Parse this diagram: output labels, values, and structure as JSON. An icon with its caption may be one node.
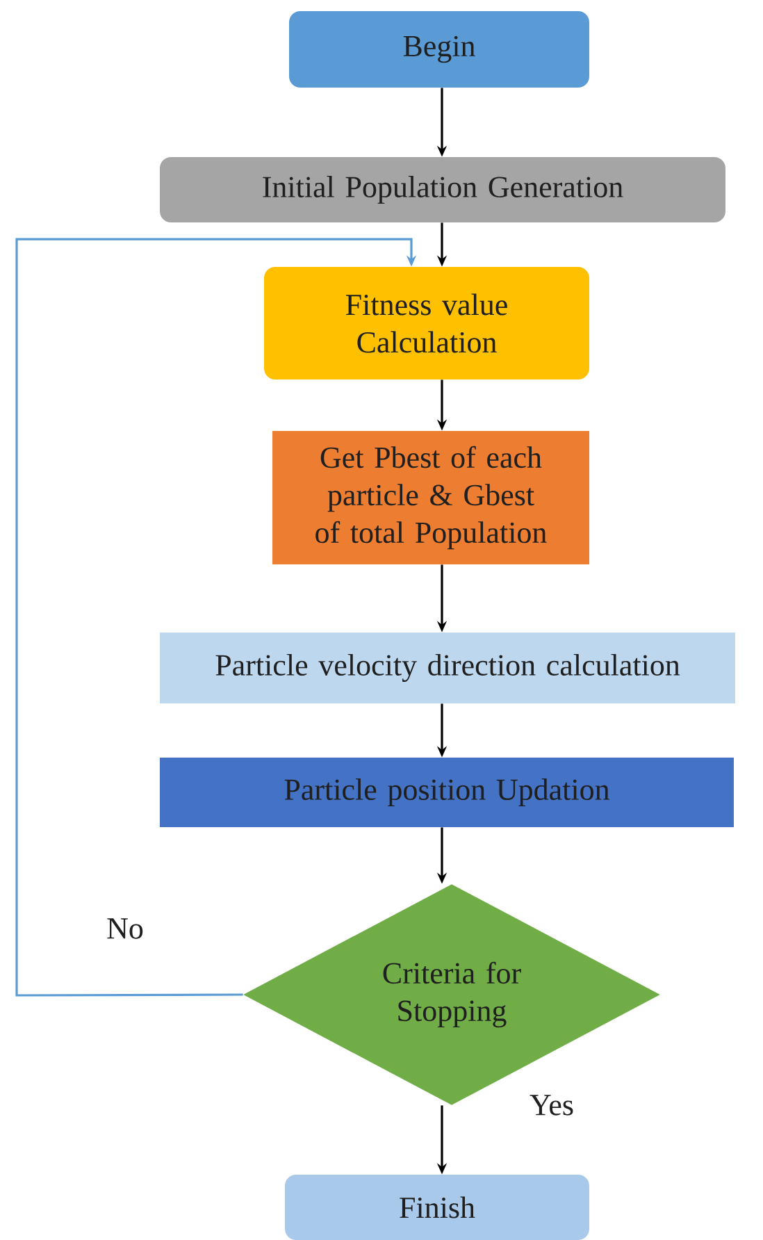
{
  "diagram": {
    "nodes": [
      {
        "text": [
          "Begin"
        ]
      },
      {
        "text": [
          "Initial Population Generation"
        ]
      },
      {
        "text": [
          "Fitness value Calculation"
        ]
      },
      {
        "text": [
          "Get Pbest of each particle & Gbest of total Population"
        ]
      },
      {
        "text": [
          "Particle velocity direction calculation"
        ]
      },
      {
        "text": [
          "Particle position Updation"
        ]
      },
      {
        "text": [
          "Criteria for Stopping"
        ]
      },
      {
        "text": [
          "Finish"
        ]
      }
    ],
    "edges": [
      {
        "from": 0,
        "to": 1,
        "arrow": "to"
      },
      {
        "from": 1,
        "to": 2,
        "arrow": "to"
      },
      {
        "from": 2,
        "to": 3,
        "arrow": "to"
      },
      {
        "from": 3,
        "to": 4,
        "arrow": "to"
      },
      {
        "from": 4,
        "to": 5,
        "arrow": "to"
      },
      {
        "from": 5,
        "to": 6,
        "arrow": "to"
      },
      {
        "from": 6,
        "to": 2,
        "arrow": "to",
        "label": "No",
        "color": "#5b9bd5"
      },
      {
        "from": 6,
        "to": 7,
        "arrow": "to",
        "label": "Yes"
      }
    ]
  }
}
